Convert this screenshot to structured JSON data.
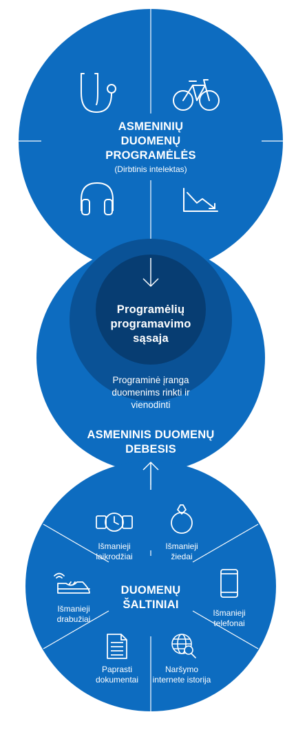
{
  "colors": {
    "primary_blue": "#0d6cc0",
    "mid_blue": "#0a5296",
    "dark_blue": "#073d72",
    "line": "#ffffff"
  },
  "top_circle": {
    "title_line1": "ASMENINIŲ",
    "title_line2": "DUOMENŲ",
    "title_line3": "PROGRAMĖLĖS",
    "subtitle": "(Dirbtinis intelektas)",
    "icons": [
      "stethoscope-icon",
      "bicycle-icon",
      "headphones-icon",
      "declining-chart-icon"
    ]
  },
  "middle_circle": {
    "api_line1": "Programėlių",
    "api_line2": "programavimo",
    "api_line3": "sąsaja",
    "software_line1": "Programinė įranga",
    "software_line2": "duomenims rinkti ir",
    "software_line3": "vienodinti",
    "cloud_line1": "ASMENINIS DUOMENŲ",
    "cloud_line2": "DEBESIS"
  },
  "bottom_circle": {
    "title_line1": "DUOMENŲ",
    "title_line2": "ŠALTINIAI",
    "sources": [
      {
        "line1": "Išmanieji",
        "line2": "laikrodžiai",
        "icon": "smartwatch-icon"
      },
      {
        "line1": "Išmanieji",
        "line2": "žiedai",
        "icon": "ring-icon"
      },
      {
        "line1": "Išmanieji",
        "line2": "telefonai",
        "icon": "smartphone-icon"
      },
      {
        "line1": "Naršymo",
        "line2": "internete istorija",
        "icon": "web-search-icon"
      },
      {
        "line1": "Paprasti",
        "line2": "dokumentai",
        "icon": "document-icon"
      },
      {
        "line1": "Išmanieji",
        "line2": "drabužiai",
        "icon": "smart-shoe-icon"
      }
    ]
  }
}
